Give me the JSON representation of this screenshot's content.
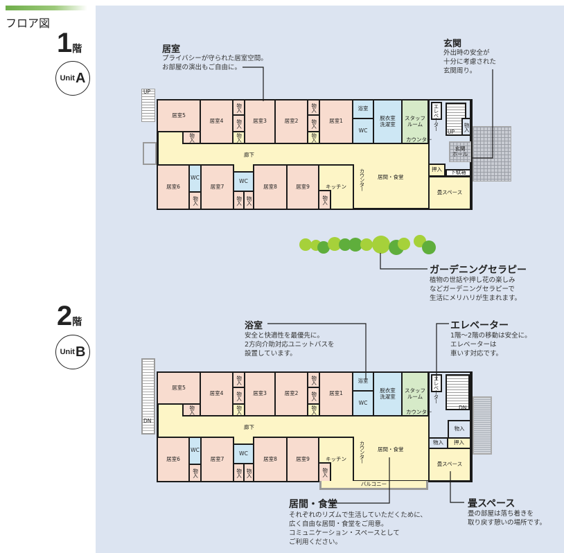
{
  "page": {
    "title": "フロア図"
  },
  "floors": [
    {
      "number": "1",
      "suffix": "階",
      "unit_label": "Unit",
      "unit_letter": "A"
    },
    {
      "number": "2",
      "suffix": "階",
      "unit_label": "Unit",
      "unit_letter": "B"
    }
  ],
  "plan_labels": {
    "room1": "居室1",
    "room2": "居室2",
    "room3": "居室3",
    "room4": "居室4",
    "room5": "居室5",
    "room6": "居室6",
    "room7": "居室7",
    "room8": "居室8",
    "room9": "居室9",
    "storage": "物入",
    "corridor": "廊下",
    "wc": "WC",
    "bath": "浴室",
    "dressing": "脱衣室\n洗濯室",
    "staff": "スタッフ\nルーム",
    "counter": "カウンター",
    "kitchen": "キッチン",
    "living": "居間・食堂",
    "elevator": "エレベーター",
    "stairs_up": "UP",
    "stairs_dn": "DN",
    "entrance_hall": "玄関\nホール",
    "closet": "押入",
    "shoe_box": "下駄箱",
    "tatami": "畳スペース",
    "balcony": "バルコニー"
  },
  "callouts": {
    "room": {
      "title": "居室",
      "desc": "プライバシーが守られた居室空間。\nお部屋の演出もご自由に。"
    },
    "entrance": {
      "title": "玄関",
      "desc": "外出時の安全が\n十分に考慮された\n玄関周り。"
    },
    "gardening": {
      "title": "ガーデニングセラピー",
      "desc": "植物の世話や押し花の楽しみ\nなどガーデニングセラピーで\n生活にメリハリが生まれます。"
    },
    "bath": {
      "title": "浴室",
      "desc": "安全と快適性を最優先に。\n2方向介助対応ユニットバスを\n設置しています。"
    },
    "elevator": {
      "title": "エレベーター",
      "desc": "1階～2階の移動は安全に。\nエレベーターは\n車いす対応です。"
    },
    "living": {
      "title": "居間・食堂",
      "desc": "それぞれのリズムで生活していただくために、\n広く自由な居間・食堂をご用意。\nコミュニケーション・スペースとして\nご利用ください。"
    },
    "tatami": {
      "title": "畳スペース",
      "desc": "畳の部屋は落ち着きを\n取り戻す憩いの場所です。"
    }
  },
  "colors": {
    "room": "#f8dccf",
    "corridor": "#fdf5c6",
    "wet": "#cde7f4",
    "staff": "#d6eac8",
    "panel": "#dce4f1",
    "tree_light": "#a6d13a",
    "tree_dark": "#5fae3c"
  }
}
